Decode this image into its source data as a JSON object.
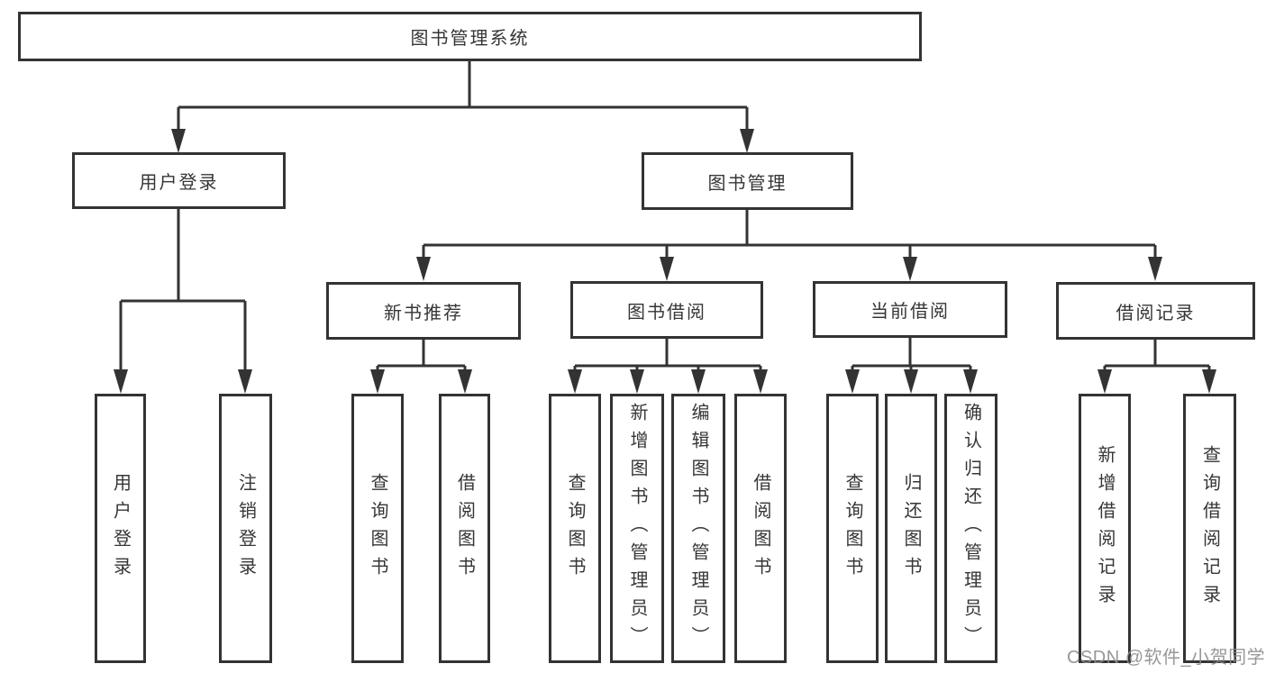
{
  "diagram": {
    "title": "图书管理系统",
    "branches": [
      {
        "label": "用户登录",
        "children": [
          {
            "label": "用户登录"
          },
          {
            "label": "注销登录"
          }
        ]
      },
      {
        "label": "图书管理",
        "children": [
          {
            "label": "新书推荐",
            "children": [
              {
                "label": "查询图书"
              },
              {
                "label": "借阅图书"
              }
            ]
          },
          {
            "label": "图书借阅",
            "children": [
              {
                "label": "查询图书"
              },
              {
                "label": "新增图书（管理员）"
              },
              {
                "label": "编辑图书（管理员）"
              },
              {
                "label": "借阅图书"
              }
            ]
          },
          {
            "label": "当前借阅",
            "children": [
              {
                "label": "查询图书"
              },
              {
                "label": "归还图书"
              },
              {
                "label": "确认归还（管理员）"
              }
            ]
          },
          {
            "label": "借阅记录",
            "children": [
              {
                "label": "新增借阅记录"
              },
              {
                "label": "查询借阅记录"
              }
            ]
          }
        ]
      }
    ]
  },
  "watermark": {
    "text": "CSDN @软件_小贺同学"
  },
  "colors": {
    "line": "#333333",
    "box_border": "#333333",
    "text": "#363636",
    "watermark": "#8c8c8c",
    "background": "#ffffff"
  }
}
